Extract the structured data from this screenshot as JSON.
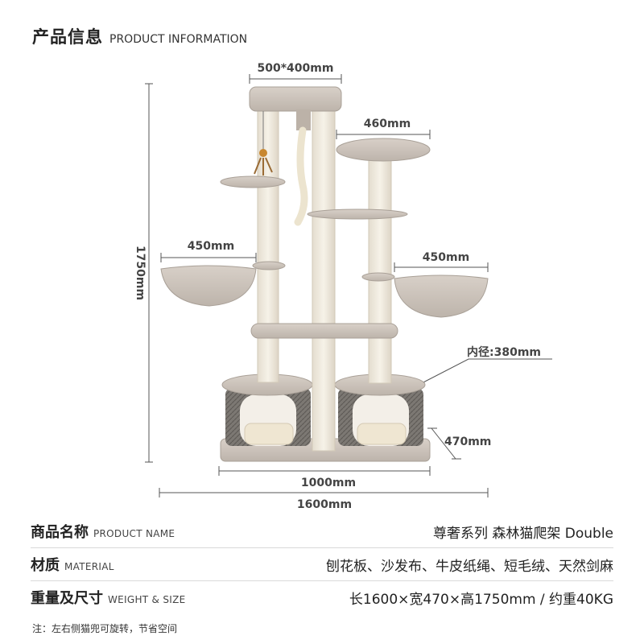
{
  "header": {
    "title_cn": "产品信息",
    "title_en": "PRODUCT INFORMATION"
  },
  "dimensions": {
    "top_platform": "500*400mm",
    "right_platform": "460mm",
    "left_basket": "450mm",
    "right_basket": "450mm",
    "height": "1750mm",
    "inner_diameter": "内径:380mm",
    "condo_height": "470mm",
    "base_width": "1000mm",
    "total_width": "1600mm"
  },
  "specs": [
    {
      "label_cn": "商品名称",
      "label_en": "PRODUCT NAME",
      "value": "尊奢系列  森林猫爬架 Double"
    },
    {
      "label_cn": "材质",
      "label_en": "MATERIAL",
      "value": "刨花板、沙发布、牛皮纸绳、短毛绒、天然剑麻"
    },
    {
      "label_cn": "重量及尺寸",
      "label_en": "WEIGHT & SIZE",
      "value": "长1600×宽470×高1750mm / 约重40KG"
    }
  ],
  "note": "注：左右侧猫兜可旋转，节省空间",
  "colors": {
    "plush": "#cfc6be",
    "sisal": "#efe9dc",
    "line": "#555555",
    "condo_weave": "#6d6a66"
  }
}
